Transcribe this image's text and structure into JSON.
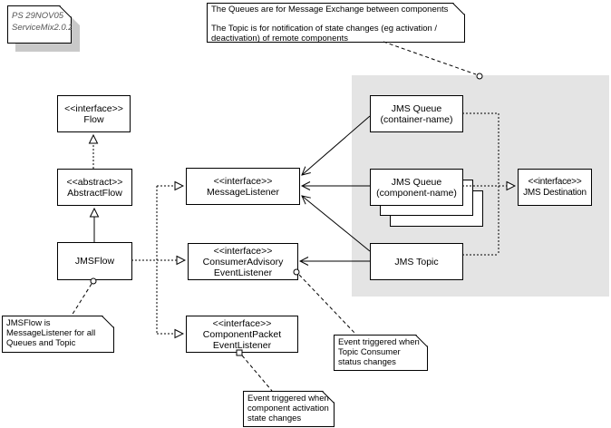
{
  "diagram": {
    "kind": "uml-class-diagram",
    "colors": {
      "background": "#ffffff",
      "region_bg": "#e4e4e4",
      "box_bg": "#ffffff",
      "line": "#000000",
      "note_shadow": "#c9c9c9"
    },
    "version_note": "PS 29NOV05\nServiceMix2.0.2",
    "notes": {
      "queues_topic": "The Queues are for Message Exchange between components\n\nThe Topic is for notification of state changes (eg activation /\ndeactivation) of remote components",
      "jmsflow_role": "JMSFlow is\nMessageListener for all\nQueues and Topic",
      "topic_consumer_event": "Event triggered when\nTopic Consumer\nstatus changes",
      "component_activation_event": "Event triggered when\ncomponent activation\nstate changes"
    },
    "classes": {
      "flow": "<<interface>>\nFlow",
      "abstract_flow": "<<abstract>>\nAbstractFlow",
      "jms_flow": "JMSFlow",
      "message_listener": "<<interface>>\nMessageListener",
      "consumer_advisory": "<<interface>>\nConsumerAdvisory\nEventListener",
      "component_packet": "<<interface>>\nComponentPacket\nEventListener",
      "jms_queue_container": "JMS Queue\n(container-name)",
      "jms_queue_component": "JMS Queue\n(component-name)",
      "jms_topic": "JMS Topic",
      "jms_destination": "<<interface>>\nJMS Destination"
    }
  }
}
